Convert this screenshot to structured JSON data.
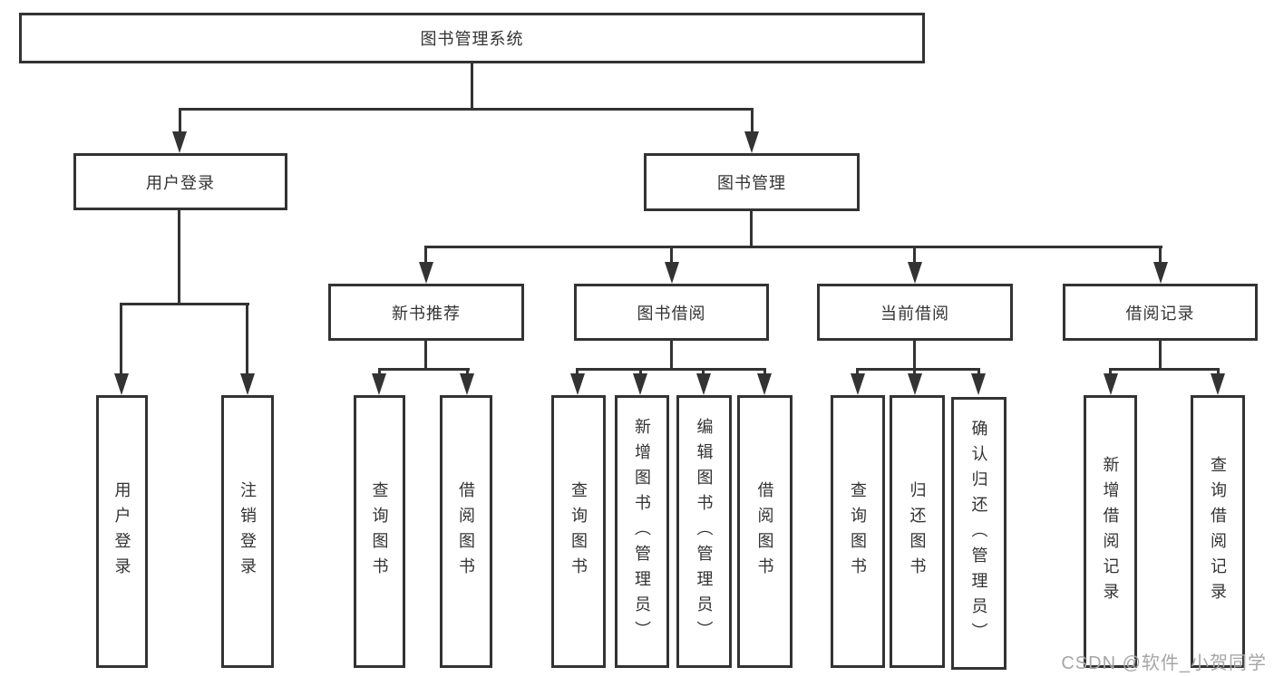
{
  "diagram_type": "hierarchy-tree",
  "tree": {
    "label": "图书管理系统",
    "children": [
      {
        "label": "用户登录",
        "children": [
          {
            "label": "用户登录"
          },
          {
            "label": "注销登录"
          }
        ]
      },
      {
        "label": "图书管理",
        "children": [
          {
            "label": "新书推荐",
            "children": [
              {
                "label": "查询图书"
              },
              {
                "label": "借阅图书"
              }
            ]
          },
          {
            "label": "图书借阅",
            "children": [
              {
                "label": "查询图书"
              },
              {
                "label": "新增图书（管理员）"
              },
              {
                "label": "编辑图书（管理员）"
              },
              {
                "label": "借阅图书"
              }
            ]
          },
          {
            "label": "当前借阅",
            "children": [
              {
                "label": "查询图书"
              },
              {
                "label": "归还图书"
              },
              {
                "label": "确认归还（管理员）"
              }
            ]
          },
          {
            "label": "借阅记录",
            "children": [
              {
                "label": "新增借阅记录"
              },
              {
                "label": "查询借阅记录"
              }
            ]
          }
        ]
      }
    ]
  },
  "watermark": "CSDN @软件_小贺同学",
  "colors": {
    "line": "#333333",
    "text": "#333333",
    "box_background": "#ffffff",
    "watermark": "#a6a6a6",
    "background": "#ffffff"
  }
}
